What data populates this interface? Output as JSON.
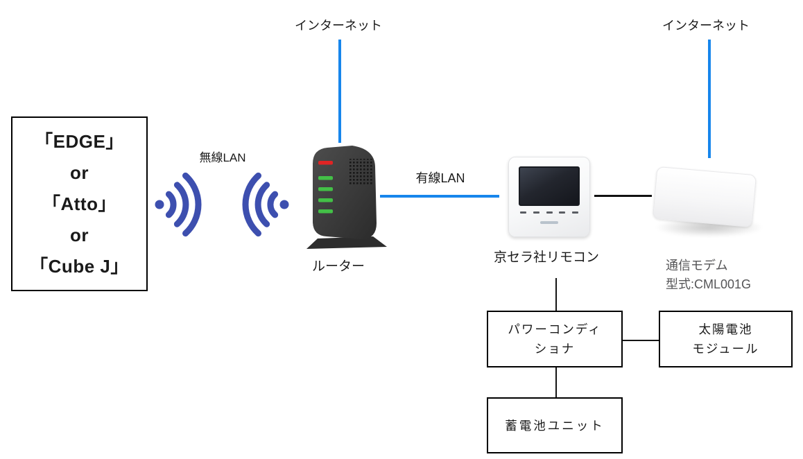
{
  "left_panel": {
    "lines": [
      "「EDGE」",
      "or",
      "「Atto」",
      "or",
      "「Cube J」"
    ]
  },
  "labels": {
    "internet_left": "インターネット",
    "internet_right": "インターネット",
    "wireless_lan": "無線LAN",
    "wired_lan": "有線LAN",
    "router": "ルーター",
    "remote": "京セラ社リモコン"
  },
  "modem": {
    "name": "通信モデム",
    "model": "型式:CML001G"
  },
  "boxes": {
    "power_conditioner": {
      "line1": "パワーコンディ",
      "line2": "ショナ"
    },
    "solar_module": {
      "line1": "太陽電池",
      "line2": "モジュール"
    },
    "battery_unit": {
      "label": "蓄電池ユニット"
    }
  },
  "colors": {
    "connection_blue": "#1786EC",
    "wifi_blue": "#3D4FAF",
    "connector_black": "#141414",
    "modem_label_gray": "#555557",
    "router_body": "#3a3a3a",
    "led_red": "#e02424",
    "led_green": "#43c047"
  }
}
